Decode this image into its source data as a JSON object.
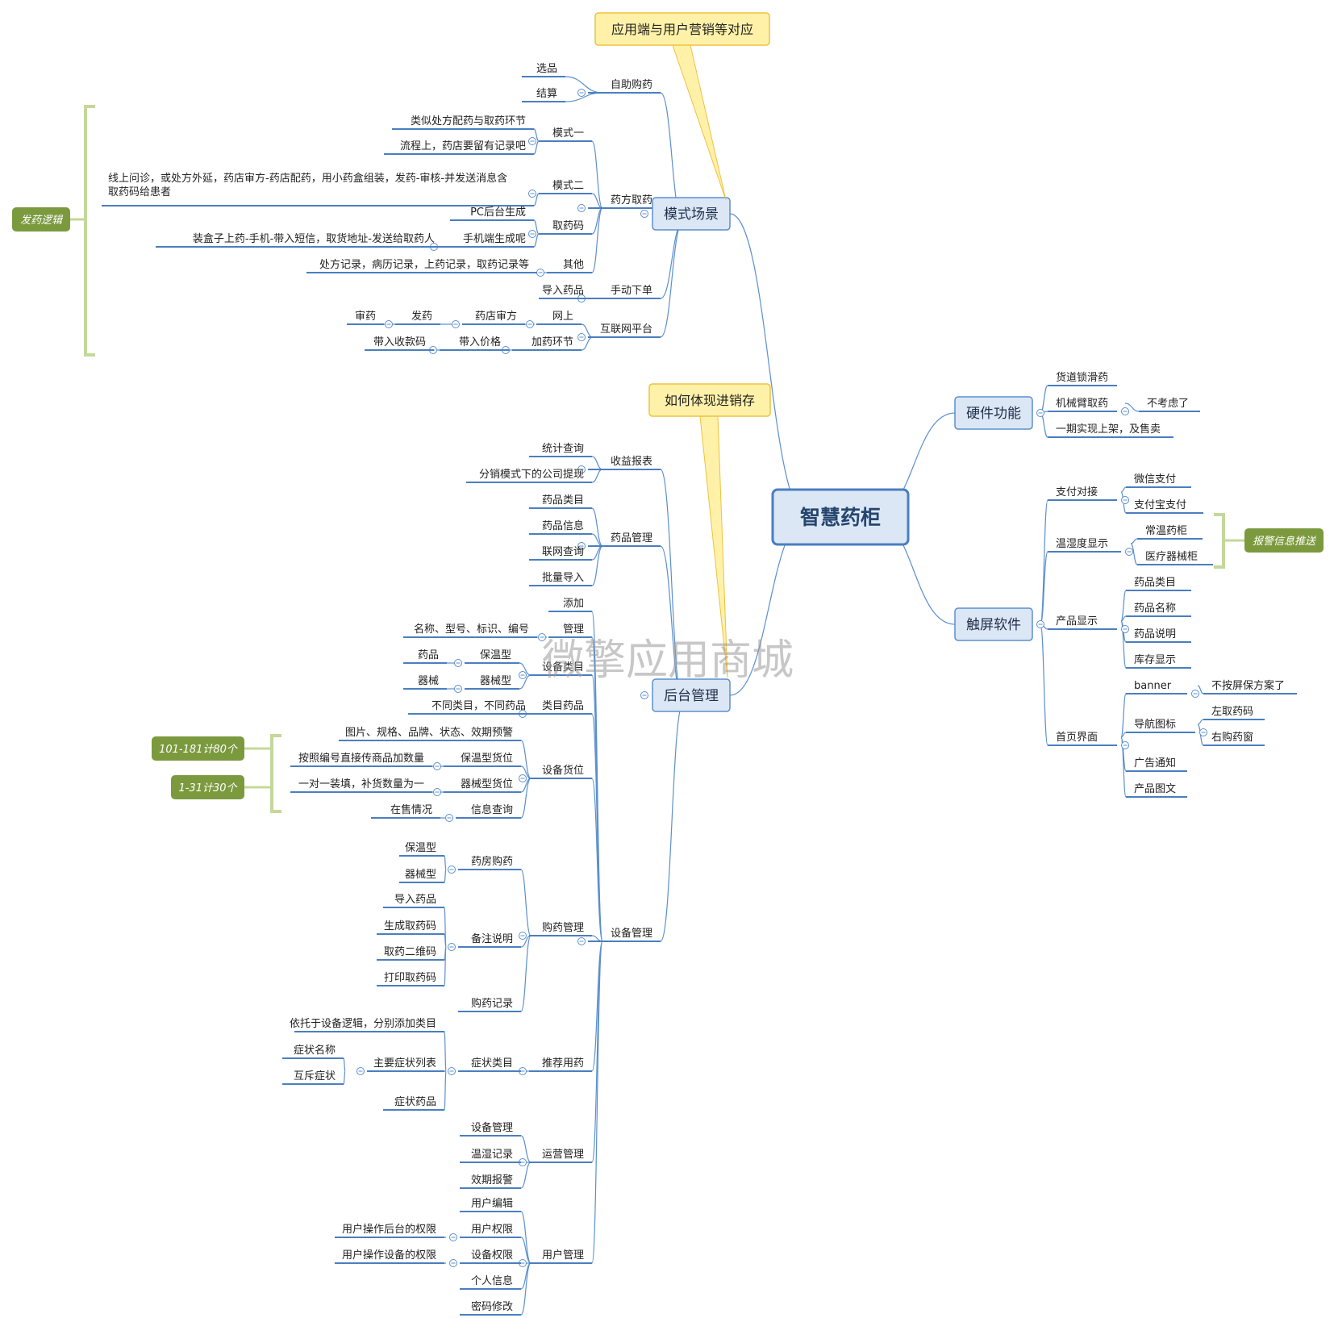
{
  "root": "智慧药柜",
  "watermark": "微擎应用商城",
  "callouts": [
    "应用端与用户营销等对应",
    "如何体现进销存"
  ],
  "side_labels": [
    "发药逻辑",
    "报警信息推送",
    "101-181计80个",
    "1-31计30个"
  ],
  "branches": [
    {
      "label": "模式场景",
      "children": [
        {
          "label": "自助购药",
          "children": [
            {
              "label": "选品"
            },
            {
              "label": "结算"
            }
          ]
        },
        {
          "label": "药方取药",
          "children": [
            {
              "label": "模式一",
              "children": [
                {
                  "label": "类似处方配药与取药环节"
                },
                {
                  "label": "流程上，药店要留有记录吧"
                }
              ]
            },
            {
              "label": "模式二",
              "children": [
                {
                  "label": "线上问诊，或处方外延，药店审方-药店配药，用小药盒组装，发药-审核-并发送消息含 取药码给患者"
                }
              ]
            },
            {
              "label": "取药码",
              "children": [
                {
                  "label": "PC后台生成"
                },
                {
                  "label": "手机端生成呢",
                  "children": [
                    {
                      "label": "装盒子上药-手机-带入短信，取货地址-发送给取药人"
                    }
                  ]
                }
              ]
            },
            {
              "label": "其他",
              "children": [
                {
                  "label": "处方记录，病历记录，上药记录，取药记录等"
                }
              ]
            }
          ]
        },
        {
          "label": "手动下单",
          "children": [
            {
              "label": "导入药品"
            }
          ]
        },
        {
          "label": "互联网平台",
          "children": [
            {
              "label": "网上",
              "children": [
                {
                  "label": "药店审方",
                  "children": [
                    {
                      "label": "发药",
                      "children": [
                        {
                          "label": "审药"
                        }
                      ]
                    }
                  ]
                }
              ]
            },
            {
              "label": "加药环节",
              "children": [
                {
                  "label": "带入价格",
                  "children": [
                    {
                      "label": "带入收款码"
                    }
                  ]
                }
              ]
            }
          ]
        }
      ]
    },
    {
      "label": "后台管理",
      "children": [
        {
          "label": "收益报表",
          "children": [
            {
              "label": "统计查询"
            },
            {
              "label": "分销模式下的公司提现"
            }
          ]
        },
        {
          "label": "药品管理",
          "children": [
            {
              "label": "药品类目"
            },
            {
              "label": "药品信息"
            },
            {
              "label": "联网查询"
            },
            {
              "label": "批量导入"
            }
          ]
        },
        {
          "label": "设备管理",
          "children": [
            {
              "label": "添加"
            },
            {
              "label": "管理",
              "children": [
                {
                  "label": "名称、型号、标识、编号"
                }
              ]
            },
            {
              "label": "设备类目",
              "children": [
                {
                  "label": "保温型",
                  "children": [
                    {
                      "label": "药品"
                    }
                  ]
                },
                {
                  "label": "器械型",
                  "children": [
                    {
                      "label": "器械"
                    }
                  ]
                }
              ]
            },
            {
              "label": "类目药品",
              "children": [
                {
                  "label": "不同类目，不同药品"
                }
              ]
            },
            {
              "label": "设备货位",
              "children": [
                {
                  "label": "图片、规格、品牌、状态、效期预警"
                },
                {
                  "label": "保温型货位",
                  "children": [
                    {
                      "label": "按照编号直接传商品加数量"
                    }
                  ]
                },
                {
                  "label": "器械型货位",
                  "children": [
                    {
                      "label": "一对一装填，补货数量为一"
                    }
                  ]
                },
                {
                  "label": "信息查询",
                  "children": [
                    {
                      "label": "在售情况"
                    }
                  ]
                }
              ]
            },
            {
              "label": "购药管理",
              "children": [
                {
                  "label": "药房购药",
                  "children": [
                    {
                      "label": "保温型"
                    },
                    {
                      "label": "器械型"
                    }
                  ]
                },
                {
                  "label": "备注说明",
                  "children": [
                    {
                      "label": "导入药品"
                    },
                    {
                      "label": "生成取药码"
                    },
                    {
                      "label": "取药二维码"
                    },
                    {
                      "label": "打印取药码"
                    }
                  ]
                },
                {
                  "label": "购药记录"
                }
              ]
            },
            {
              "label": "推荐用药",
              "children": [
                {
                  "label": "症状类目",
                  "children": [
                    {
                      "label": "依托于设备逻辑，分别添加类目"
                    },
                    {
                      "label": "主要症状列表",
                      "children": [
                        {
                          "label": "症状名称"
                        },
                        {
                          "label": "互斥症状"
                        }
                      ]
                    },
                    {
                      "label": "症状药品"
                    }
                  ]
                }
              ]
            },
            {
              "label": "运营管理",
              "children": [
                {
                  "label": "设备管理"
                },
                {
                  "label": "温湿记录"
                },
                {
                  "label": "效期报警"
                }
              ]
            },
            {
              "label": "用户管理",
              "children": [
                {
                  "label": "用户编辑"
                },
                {
                  "label": "用户权限",
                  "children": [
                    {
                      "label": "用户操作后台的权限"
                    }
                  ]
                },
                {
                  "label": "设备权限",
                  "children": [
                    {
                      "label": "用户操作设备的权限"
                    }
                  ]
                },
                {
                  "label": "个人信息"
                },
                {
                  "label": "密码修改"
                }
              ]
            }
          ]
        }
      ]
    },
    {
      "label": "硬件功能",
      "children": [
        {
          "label": "货道锁滑药"
        },
        {
          "label": "机械臂取药",
          "children": [
            {
              "label": "不考虑了"
            }
          ]
        },
        {
          "label": "一期实现上架，及售卖"
        }
      ]
    },
    {
      "label": "触屏软件",
      "children": [
        {
          "label": "支付对接",
          "children": [
            {
              "label": "微信支付"
            },
            {
              "label": "支付宝支付"
            }
          ]
        },
        {
          "label": "温湿度显示",
          "children": [
            {
              "label": "常温药柜"
            },
            {
              "label": "医疗器械柜"
            }
          ]
        },
        {
          "label": "产品显示",
          "children": [
            {
              "label": "药品类目"
            },
            {
              "label": "药品名称"
            },
            {
              "label": "药品说明"
            },
            {
              "label": "库存显示"
            }
          ]
        },
        {
          "label": "首页界面",
          "children": [
            {
              "label": "banner",
              "children": [
                {
                  "label": "不按屏保方案了"
                }
              ]
            },
            {
              "label": "导航图标",
              "children": [
                {
                  "label": "左取药码"
                },
                {
                  "label": "右购药窗"
                }
              ]
            },
            {
              "label": "广告通知"
            },
            {
              "label": "产品图文"
            }
          ]
        }
      ]
    }
  ]
}
